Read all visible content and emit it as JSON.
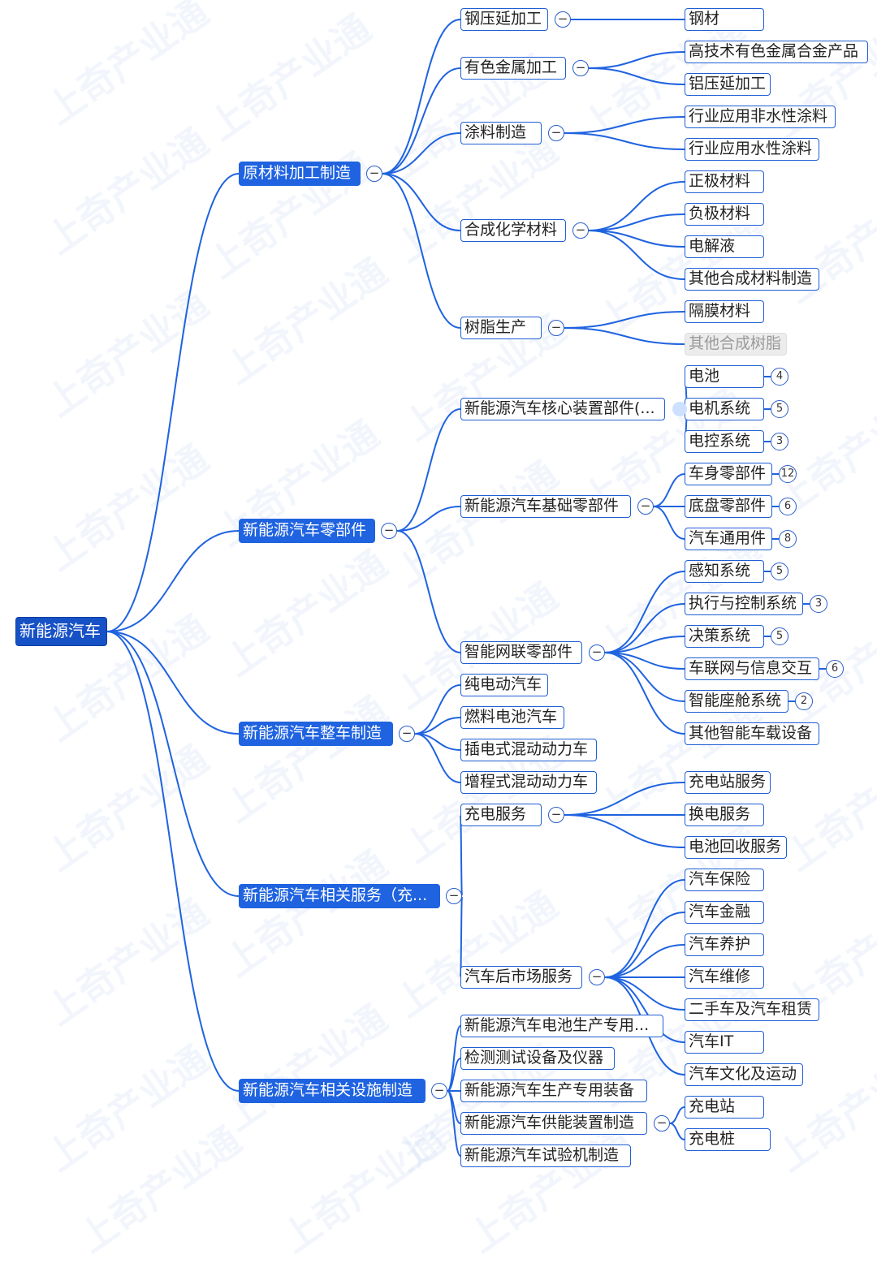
{
  "watermark": "上奇产业通",
  "root": "新能源汽车",
  "branches": [
    {
      "label": "原材料加工制造",
      "children": [
        {
          "label": "钢压延加工",
          "children": [
            {
              "label": "钢材"
            }
          ]
        },
        {
          "label": "有色金属加工",
          "children": [
            {
              "label": "高技术有色金属合金产品"
            },
            {
              "label": "铝压延加工"
            }
          ]
        },
        {
          "label": "涂料制造",
          "children": [
            {
              "label": "行业应用非水性涂料"
            },
            {
              "label": "行业应用水性涂料"
            }
          ]
        },
        {
          "label": "合成化学材料",
          "children": [
            {
              "label": "正极材料"
            },
            {
              "label": "负极材料"
            },
            {
              "label": "电解液"
            },
            {
              "label": "其他合成材料制造"
            }
          ]
        },
        {
          "label": "树脂生产",
          "children": [
            {
              "label": "隔膜材料"
            },
            {
              "label": "其他合成树脂"
            }
          ]
        }
      ]
    },
    {
      "label": "新能源汽车零部件",
      "children": [
        {
          "label": "新能源汽车核心装置部件(...",
          "children": [
            {
              "label": "电池",
              "count": "4"
            },
            {
              "label": "电机系统",
              "count": "5"
            },
            {
              "label": "电控系统",
              "count": "3"
            }
          ]
        },
        {
          "label": "新能源汽车基础零部件",
          "children": [
            {
              "label": "车身零部件",
              "count": "12"
            },
            {
              "label": "底盘零部件",
              "count": "6"
            },
            {
              "label": "汽车通用件",
              "count": "8"
            }
          ]
        },
        {
          "label": "智能网联零部件",
          "children": [
            {
              "label": "感知系统",
              "count": "5"
            },
            {
              "label": "执行与控制系统",
              "count": "3"
            },
            {
              "label": "决策系统",
              "count": "5"
            },
            {
              "label": "车联网与信息交互",
              "count": "6"
            },
            {
              "label": "智能座舱系统",
              "count": "2"
            },
            {
              "label": "其他智能车载设备"
            }
          ]
        }
      ]
    },
    {
      "label": "新能源汽车整车制造",
      "children": [
        {
          "label": "纯电动汽车"
        },
        {
          "label": "燃料电池汽车"
        },
        {
          "label": "插电式混动动力车"
        },
        {
          "label": "增程式混动动力车"
        }
      ]
    },
    {
      "label": "新能源汽车相关服务（充...",
      "children": [
        {
          "label": "充电服务",
          "children": [
            {
              "label": "充电站服务"
            },
            {
              "label": "换电服务"
            },
            {
              "label": "电池回收服务"
            }
          ]
        },
        {
          "label": "汽车后市场服务",
          "children": [
            {
              "label": "汽车保险"
            },
            {
              "label": "汽车金融"
            },
            {
              "label": "汽车养护"
            },
            {
              "label": "汽车维修"
            },
            {
              "label": "二手车及汽车租赁"
            },
            {
              "label": "汽车IT"
            },
            {
              "label": "汽车文化及运动"
            }
          ]
        }
      ]
    },
    {
      "label": "新能源汽车相关设施制造",
      "children": [
        {
          "label": "新能源汽车电池生产专用..."
        },
        {
          "label": "检测测试设备及仪器"
        },
        {
          "label": "新能源汽车生产专用装备"
        },
        {
          "label": "新能源汽车供能装置制造",
          "children": [
            {
              "label": "充电站"
            },
            {
              "label": "充电桩"
            }
          ]
        },
        {
          "label": "新能源汽车试验机制造"
        }
      ]
    }
  ],
  "toggle_symbol": "−",
  "colors": {
    "line": "#1f63e0",
    "primary": "#1f63e0",
    "root": "#1751c6",
    "dim": "#9a9a9a"
  }
}
